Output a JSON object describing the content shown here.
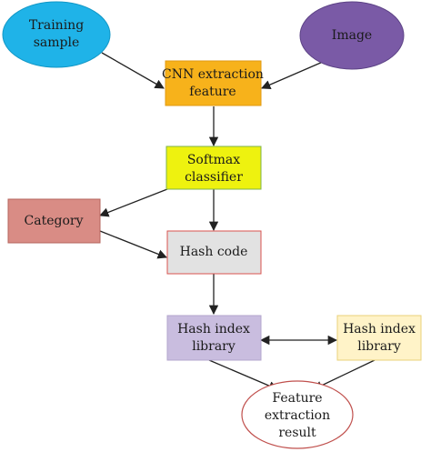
{
  "diagram": {
    "nodes": {
      "training_sample": {
        "lines": [
          "Training",
          "sample"
        ],
        "color": "#1fb3e8"
      },
      "image": {
        "lines": [
          "Image"
        ],
        "color": "#7a5aa6"
      },
      "cnn": {
        "lines": [
          "CNN extraction",
          "feature"
        ],
        "color": "#f7b21b"
      },
      "softmax": {
        "lines": [
          "Softmax",
          "classifier"
        ],
        "color": "#eef20f"
      },
      "category": {
        "lines": [
          "Category"
        ],
        "color": "#d98c85"
      },
      "hash_code": {
        "lines": [
          "Hash code"
        ],
        "color": "#e2e2e2"
      },
      "hash_index_left": {
        "lines": [
          "Hash index",
          "library"
        ],
        "color": "#c9bddf"
      },
      "hash_index_right": {
        "lines": [
          "Hash index",
          "library"
        ],
        "color": "#fff3c8"
      },
      "result": {
        "lines": [
          "Feature",
          "extraction",
          "result"
        ],
        "color": "#ffffff"
      }
    },
    "edges": [
      {
        "from": "training_sample",
        "to": "cnn"
      },
      {
        "from": "image",
        "to": "cnn"
      },
      {
        "from": "cnn",
        "to": "softmax"
      },
      {
        "from": "softmax",
        "to": "category"
      },
      {
        "from": "softmax",
        "to": "hash_code"
      },
      {
        "from": "category",
        "to": "hash_code"
      },
      {
        "from": "hash_code",
        "to": "hash_index_left"
      },
      {
        "from": "hash_index_left",
        "to": "hash_index_right",
        "bidirectional": true
      },
      {
        "from": "hash_index_left",
        "to": "result"
      },
      {
        "from": "hash_index_right",
        "to": "result"
      }
    ]
  }
}
